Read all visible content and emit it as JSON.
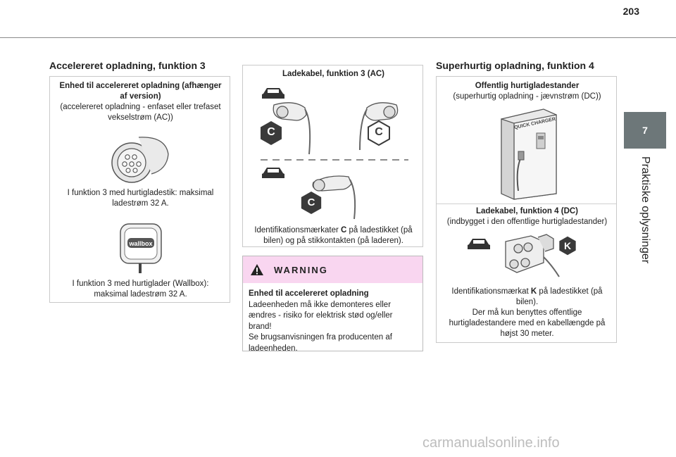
{
  "page": {
    "number": "203",
    "chapter_tab": "7",
    "chapter_label": "Praktiske oplysninger"
  },
  "col1": {
    "heading": "Accelereret opladning, funktion 3",
    "box_title": "Enhed til accelereret opladning (afhænger af version)",
    "box_subtitle": "(accelereret opladning - enfaset eller trefaset vekselstrøm (AC))",
    "caption1": "I funktion 3 med hurtigladestik: maksimal ladestrøm 32 A.",
    "wallbox_logo": "wallbox",
    "caption2": "I funktion 3 med hurtiglader (Wallbox): maksimal ladestrøm 32 A."
  },
  "col2": {
    "box_title": "Ladekabel, funktion 3 (AC)",
    "badge_letter": "C",
    "caption_pre": "Identifikationsmærkater ",
    "caption_bold": "C",
    "caption_post": " på ladestikket (på bilen) og på stikkontakten (på laderen).",
    "warning": {
      "title": "WARNING",
      "bold_line": "Enhed til accelereret opladning",
      "text1": "Ladeenheden må ikke demonteres eller ændres - risiko for elektrisk stød og/eller brand!",
      "text2": "Se brugsanvisningen fra producenten af ladeenheden."
    }
  },
  "col3": {
    "heading": "Superhurtig opladning, funktion 4",
    "box_title": "Offentlig hurtigladestander",
    "box_subtitle": "(superhurtig opladning - jævnstrøm (DC))",
    "charger_sign": "QUICK CHARGER",
    "cable_title": "Ladekabel, funktion 4 (DC)",
    "cable_subtitle": "(indbygget i den offentlige hurtigladestander)",
    "badge_letter": "K",
    "caption_pre": "Identifikationsmærkat ",
    "caption_bold": "K",
    "caption_post": " på ladestikket (på bilen).",
    "caption2": "Der må kun benyttes offentlige hurtigladestandere med en kabellængde på højst 30 meter."
  },
  "watermark": "carmanualsonline.info",
  "colors": {
    "tab": "#6d7779",
    "warning_header": "#f9d6f0",
    "badge": "#3a3a3a"
  }
}
